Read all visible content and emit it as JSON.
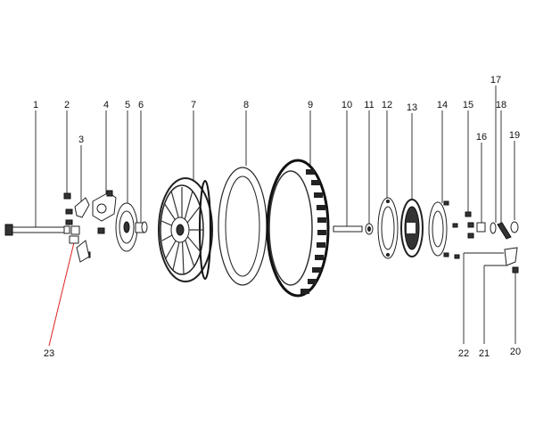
{
  "diagram": {
    "callouts": [
      {
        "id": "1",
        "label": "1"
      },
      {
        "id": "2",
        "label": "2"
      },
      {
        "id": "3",
        "label": "3"
      },
      {
        "id": "4",
        "label": "4"
      },
      {
        "id": "5",
        "label": "5"
      },
      {
        "id": "6",
        "label": "6"
      },
      {
        "id": "7",
        "label": "7"
      },
      {
        "id": "8",
        "label": "8"
      },
      {
        "id": "9",
        "label": "9"
      },
      {
        "id": "10",
        "label": "10"
      },
      {
        "id": "11",
        "label": "11"
      },
      {
        "id": "12",
        "label": "12"
      },
      {
        "id": "13",
        "label": "13"
      },
      {
        "id": "14",
        "label": "14"
      },
      {
        "id": "15",
        "label": "15"
      },
      {
        "id": "16",
        "label": "16"
      },
      {
        "id": "17",
        "label": "17"
      },
      {
        "id": "18",
        "label": "18"
      },
      {
        "id": "19",
        "label": "19"
      },
      {
        "id": "20",
        "label": "20"
      },
      {
        "id": "21",
        "label": "21"
      },
      {
        "id": "22",
        "label": "22"
      },
      {
        "id": "23",
        "label": "23"
      }
    ],
    "colors": {
      "line": "#222222",
      "highlight_leader": "#e02020",
      "background": "#ffffff"
    }
  }
}
